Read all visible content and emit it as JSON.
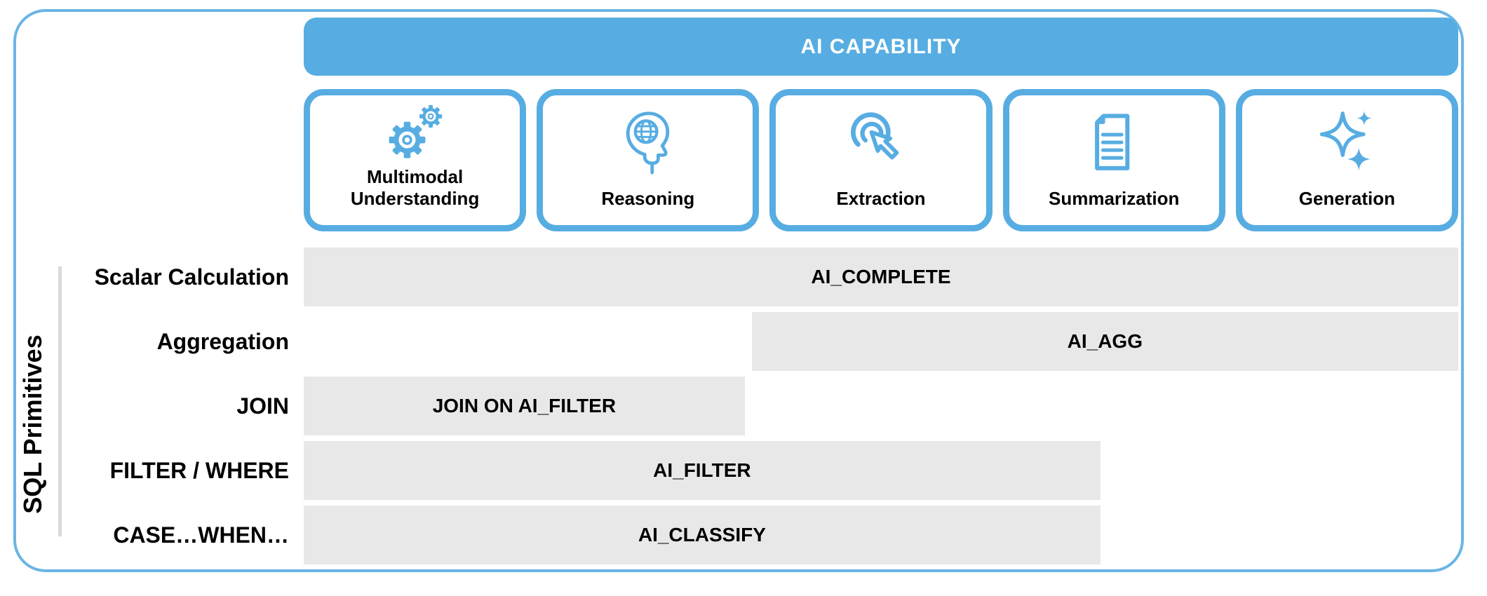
{
  "header": {
    "title": "AI CAPABILITY"
  },
  "capabilities": [
    {
      "label": "Multimodal\nUnderstanding",
      "icon": "gears-icon"
    },
    {
      "label": "Reasoning",
      "icon": "reasoning-head-icon"
    },
    {
      "label": "Extraction",
      "icon": "click-cursor-icon"
    },
    {
      "label": "Summarization",
      "icon": "document-icon"
    },
    {
      "label": "Generation",
      "icon": "sparkles-icon"
    }
  ],
  "axis": {
    "label": "SQL Primitives"
  },
  "matrix": {
    "rows": [
      {
        "label": "Scalar Calculation",
        "bar": {
          "label": "AI_COMPLETE",
          "start_pct": 0,
          "end_pct": 100
        }
      },
      {
        "label": "Aggregation",
        "bar": {
          "label": "AI_AGG",
          "start_pct": 38.8,
          "end_pct": 100
        }
      },
      {
        "label": "JOIN",
        "bar": {
          "label": "JOIN ON AI_FILTER",
          "start_pct": 0,
          "end_pct": 38.2
        }
      },
      {
        "label": "FILTER / WHERE",
        "bar": {
          "label": "AI_FILTER",
          "start_pct": 0,
          "end_pct": 69
        }
      },
      {
        "label": "CASE…WHEN…",
        "bar": {
          "label": "AI_CLASSIFY",
          "start_pct": 0,
          "end_pct": 69
        }
      }
    ]
  },
  "colors": {
    "accent_blue": "#57ADE2",
    "frame_border": "#6AB5E5",
    "bar_gray": "#E8E8E8",
    "divider_gray": "#D9D9D9",
    "text_black": "#000000",
    "header_text": "#FFFFFF"
  }
}
